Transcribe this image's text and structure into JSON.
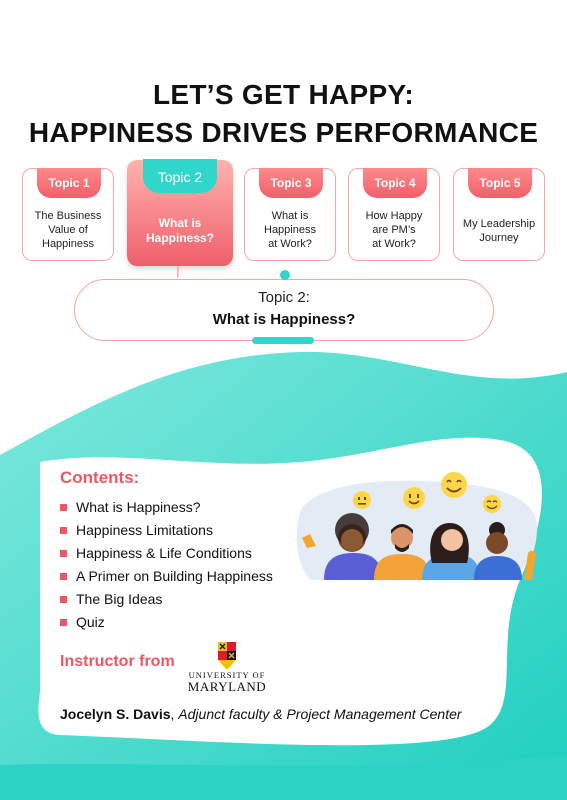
{
  "title": {
    "line1": "LET’S GET HAPPY:",
    "line2": "HAPPINESS DRIVES PERFORMANCE"
  },
  "topics": [
    {
      "tab": "Topic 1",
      "text": [
        "The Business",
        "Value of",
        "Happiness"
      ],
      "active": false
    },
    {
      "tab": "Topic 2",
      "text": [
        "What is",
        "Happiness?"
      ],
      "active": true
    },
    {
      "tab": "Topic 3",
      "text": [
        "What is",
        "Happiness",
        "at Work?"
      ],
      "active": false
    },
    {
      "tab": "Topic 4",
      "text": [
        "How Happy",
        "are PM’s",
        "at Work?"
      ],
      "active": false
    },
    {
      "tab": "Topic 5",
      "text": [
        "My Leadership",
        "Journey"
      ],
      "active": false
    }
  ],
  "highlight": {
    "line1": "Topic 2:",
    "line2": "What is Happiness?"
  },
  "contents": {
    "heading": "Contents:",
    "items": [
      "What is Happiness?",
      "Happiness Limitations",
      "Happiness & Life Conditions",
      "A Primer on Building Happiness",
      "The Big Ideas",
      "Quiz"
    ]
  },
  "instructor": {
    "label": "Instructor from",
    "logo_line1": "UNIVERSITY OF",
    "logo_line2": "MARYLAND"
  },
  "author": {
    "name": "Jocelyn S. Davis",
    "role": "Adjunct faculty & Project Management Center"
  },
  "colors": {
    "accent_red": "#ef5665",
    "accent_teal": "#2fd6c9",
    "card_border": "#f3a6a6"
  }
}
